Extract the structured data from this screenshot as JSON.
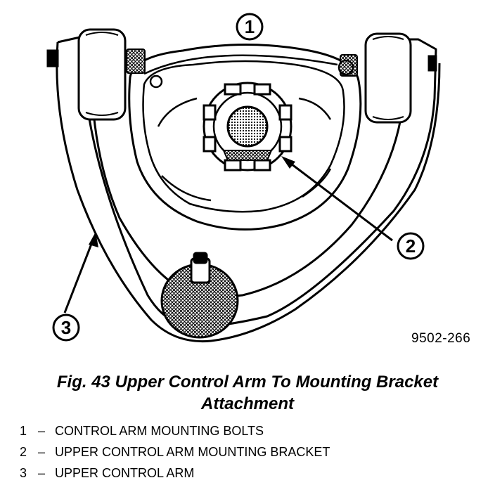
{
  "figure": {
    "callouts": [
      "1",
      "2",
      "3"
    ],
    "figure_id": "9502-266"
  },
  "caption": {
    "line1": "Fig. 43 Upper Control Arm To Mounting Bracket",
    "line2": "Attachment"
  },
  "legend": [
    {
      "num": "1",
      "dash": "–",
      "text": "CONTROL ARM MOUNTING BOLTS"
    },
    {
      "num": "2",
      "dash": "–",
      "text": "UPPER CONTROL ARM MOUNTING BRACKET"
    },
    {
      "num": "3",
      "dash": "–",
      "text": "UPPER CONTROL ARM"
    }
  ]
}
